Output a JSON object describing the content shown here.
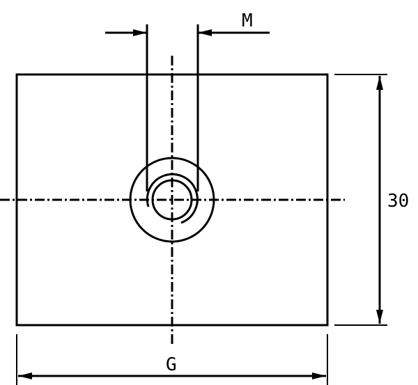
{
  "labels": {
    "slot_width": "M",
    "height": "30",
    "width": "G"
  },
  "colors": {
    "line": "#000000",
    "background": "#ffffff"
  }
}
